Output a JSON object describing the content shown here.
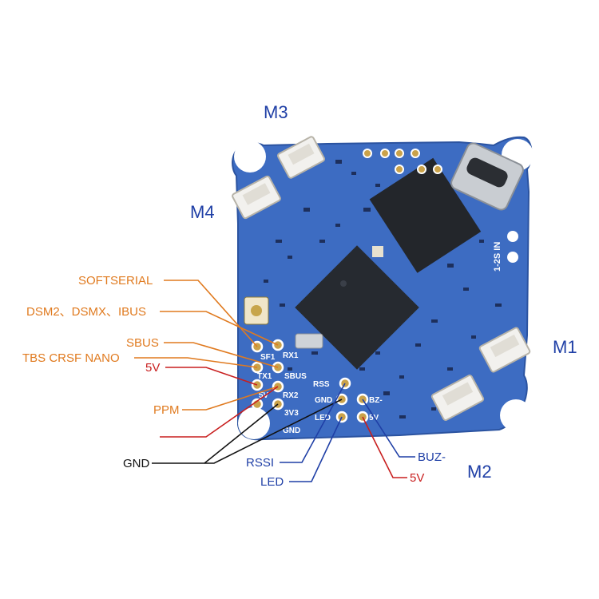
{
  "motors": {
    "m1": "M1",
    "m2": "M2",
    "m3": "M3",
    "m4": "M4"
  },
  "callouts": {
    "softserial": "SOFTSERIAL",
    "dsm_ibus": "DSM2、DSMX、IBUS",
    "sbus": "SBUS",
    "tbs": "TBS CRSF NANO",
    "five_v_left": "5V",
    "ppm": "PPM",
    "gnd": "GND",
    "rssi": "RSSI",
    "led": "LED",
    "buz": "BUZ-",
    "five_v_right": "5V"
  },
  "silkscreen": {
    "sf1": "SF1",
    "rx1": "RX1",
    "tx1": "TX1",
    "sbus": "SBUS",
    "five_v": "5V",
    "rx2": "RX2",
    "three_v3": "3V3",
    "gnd": "GND",
    "rss": "RSS",
    "gnd2": "GND",
    "led": "LED",
    "bz": "BZ-",
    "five_v2": "5V",
    "input": "1-2S IN"
  },
  "colors": {
    "orange": "#e07a1f",
    "red": "#c81e1e",
    "blue": "#1f3fa6",
    "black": "#111111",
    "board": "#3f6ec4"
  }
}
